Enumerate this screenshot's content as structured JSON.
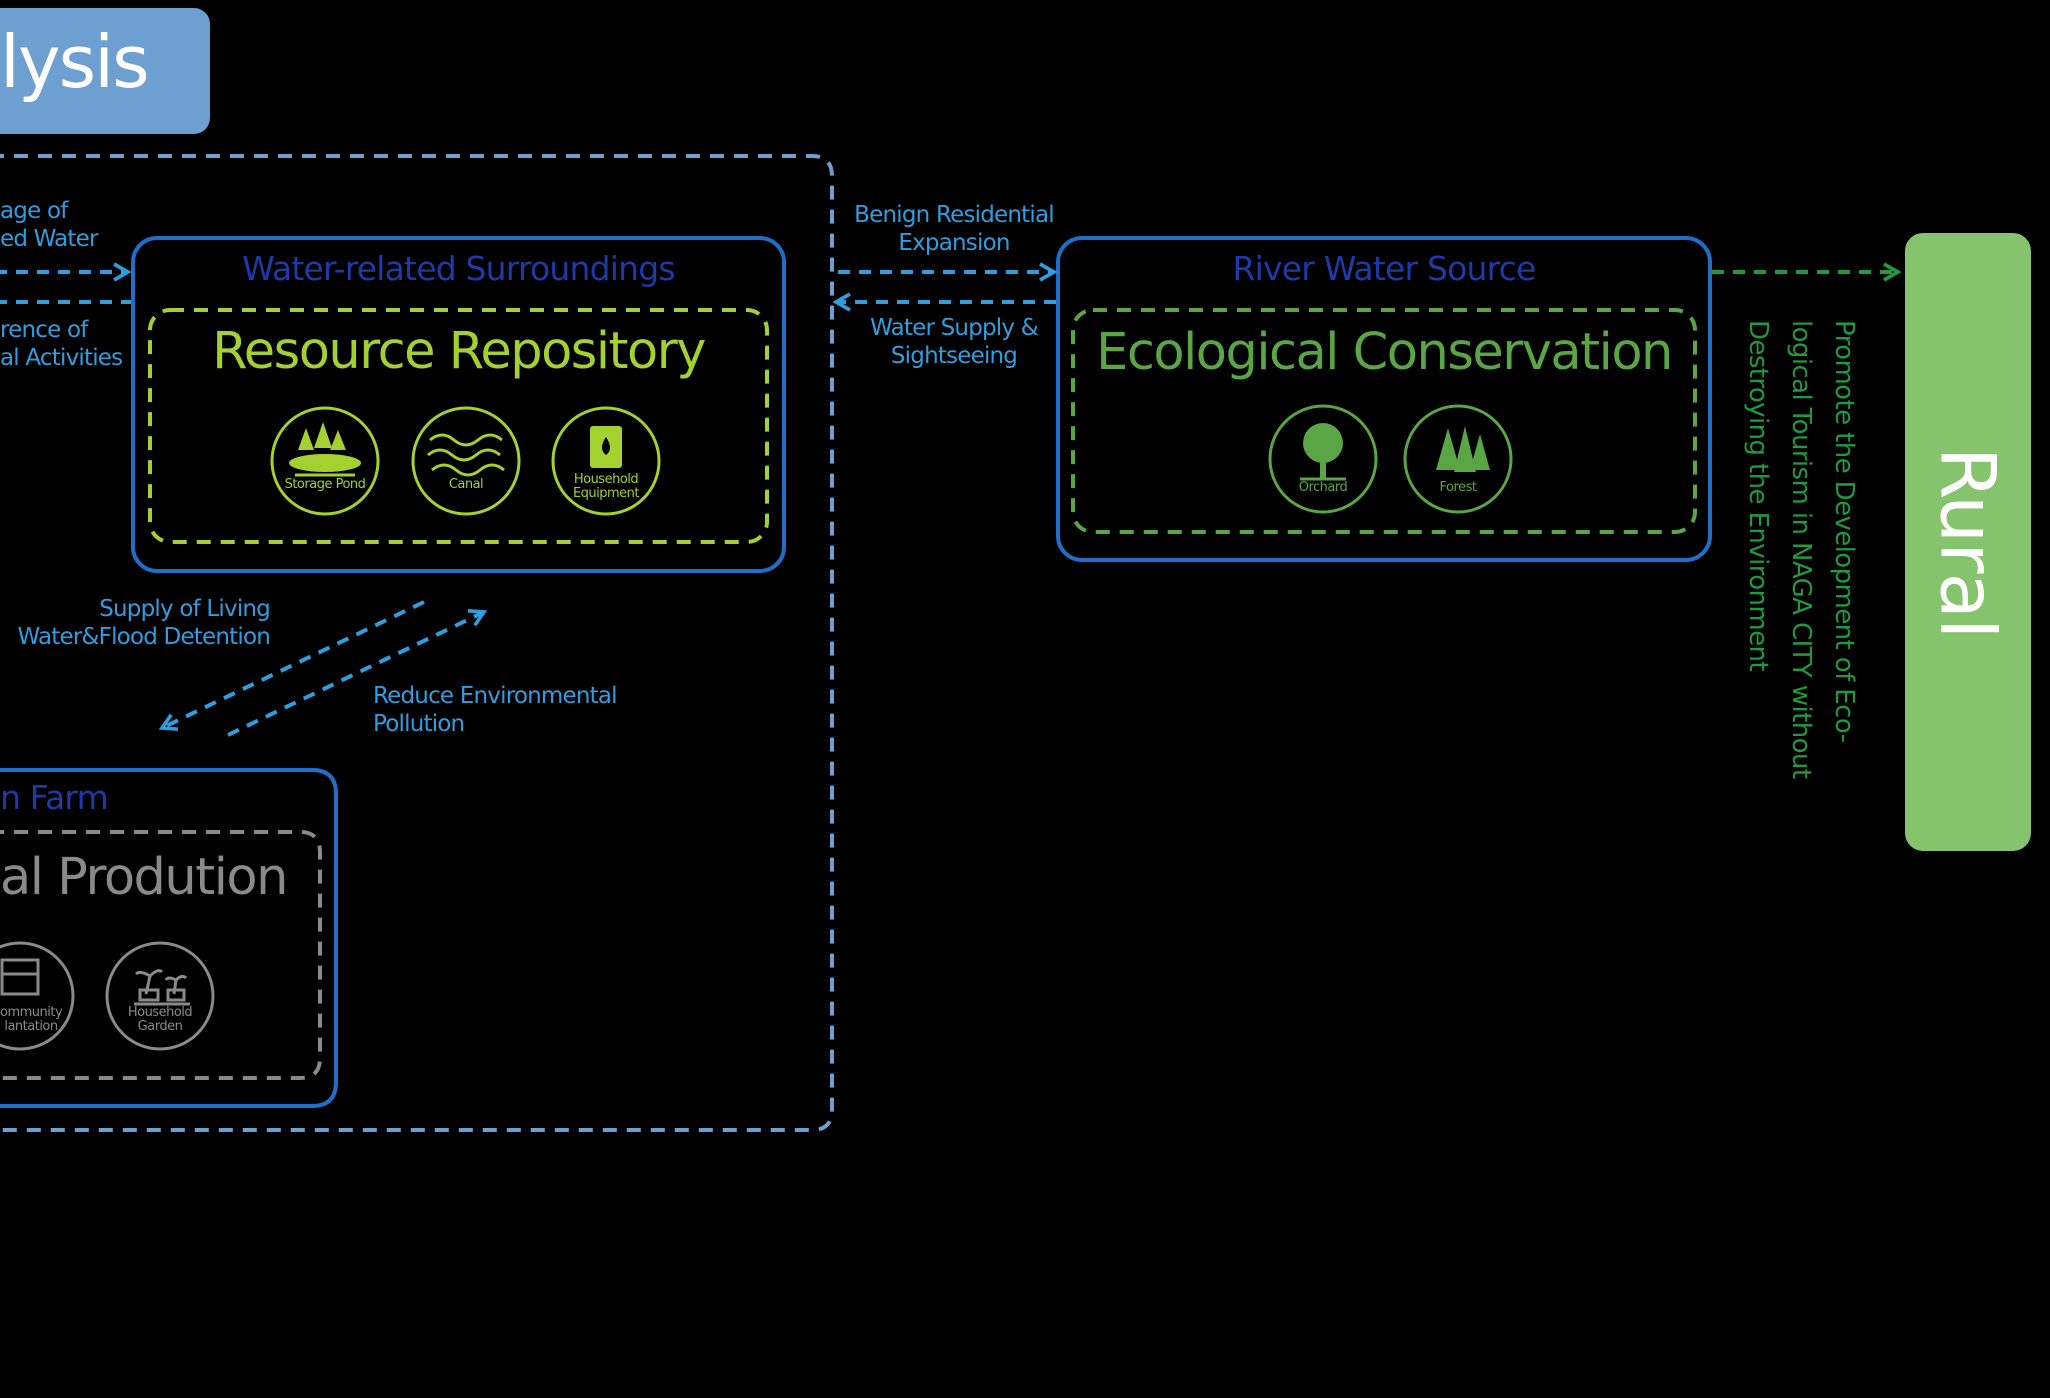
{
  "title": "lysis",
  "colors": {
    "blue_dash": "#6d9fd0",
    "box_blue": "#1f6fc9",
    "arrow_blue": "#2e9ee0",
    "navy": "#1e3aa8",
    "lime": "#a3d12f",
    "green": "#5aa544",
    "gray": "#8a8a8a",
    "rural_green": "#85c46c",
    "dark_green": "#1f9a3c"
  },
  "left_labels": {
    "top": [
      "age of",
      "ed Water"
    ],
    "bottom": [
      "rence of",
      "al Activities"
    ]
  },
  "water_box": {
    "header": "Water-related Surroundings",
    "title": "Resource Repository",
    "icons": [
      {
        "icon": "storage-pond-icon",
        "label": "Storage Pond"
      },
      {
        "icon": "canal-icon",
        "label": "Canal"
      },
      {
        "icon": "household-equipment-icon",
        "label": "Household Equipment"
      }
    ]
  },
  "river_box": {
    "header": "River Water Source",
    "title": "Ecological Conservation",
    "icons": [
      {
        "icon": "orchard-icon",
        "label": "Orchard"
      },
      {
        "icon": "forest-icon",
        "label": "Forest"
      }
    ]
  },
  "farm_box": {
    "header": "n Farm",
    "title": "al Prodution",
    "icons": [
      {
        "icon": "community-plantation-icon",
        "label": "Community Plantation",
        "line1": "ommunity",
        "line2": "lantation"
      },
      {
        "icon": "household-garden-icon",
        "label": "Household Garden",
        "line1": "Household",
        "line2": "Garden"
      }
    ]
  },
  "arrows": {
    "benign": [
      "Benign Residential",
      "Expansion"
    ],
    "supply": [
      "Water Supply &",
      "Sightseeing"
    ],
    "living": [
      "Supply of Living",
      "Water&Flood Detention"
    ],
    "pollution": [
      "Reduce Environmental",
      "Pollution"
    ]
  },
  "rural": "Rural",
  "promote": [
    "Promote the Development of Eco-",
    "logical Tourism in NAGA CITY without",
    "Destroying the Environment"
  ]
}
